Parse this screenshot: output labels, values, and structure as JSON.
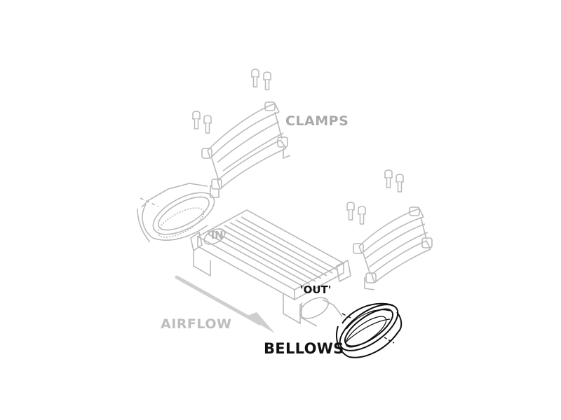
{
  "labels": {
    "clamps": "CLAMPS",
    "in": "'IN'",
    "out": "'OUT'",
    "airflow": "AIRFLOW",
    "bellows": "BELLOWS"
  },
  "colors": {
    "faded_line": "#b9b9b9",
    "highlight_line": "#111111",
    "arrow": "#cfcfcf"
  }
}
